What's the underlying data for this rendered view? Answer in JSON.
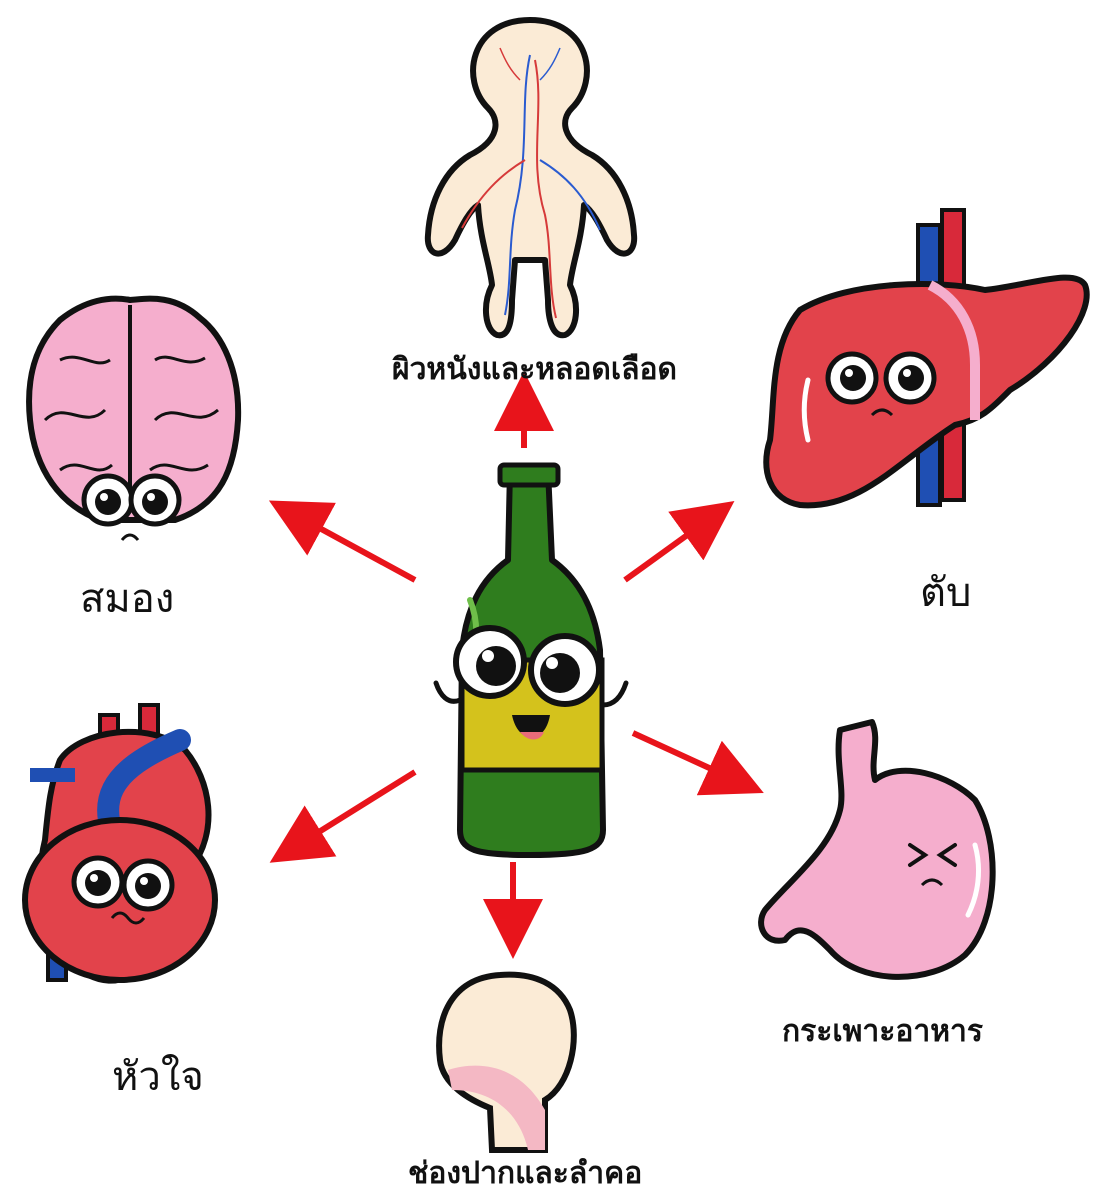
{
  "center": {
    "icon": "bottle-character-icon"
  },
  "organs": {
    "skin": {
      "label": "ผิวหนังและหลอดเลือด",
      "icon": "body-vessels-icon"
    },
    "brain": {
      "label": "สมอง",
      "icon": "brain-icon"
    },
    "liver": {
      "label": "ตับ",
      "icon": "liver-icon"
    },
    "heart": {
      "label": "หัวใจ",
      "icon": "heart-icon"
    },
    "stomach": {
      "label": "กระเพาะอาหาร",
      "icon": "stomach-icon"
    },
    "throat": {
      "label": "ช่องปากและลำคอ",
      "icon": "throat-icon"
    }
  },
  "colors": {
    "arrow": "#e8141b",
    "bottle": "#2f7d1e",
    "bottle_label": "#d4c21c",
    "organ_red": "#e2434b",
    "organ_pink": "#f5aecd",
    "vein_blue": "#1f4fb3",
    "skin": "#fbebd6",
    "outline": "#111111"
  }
}
